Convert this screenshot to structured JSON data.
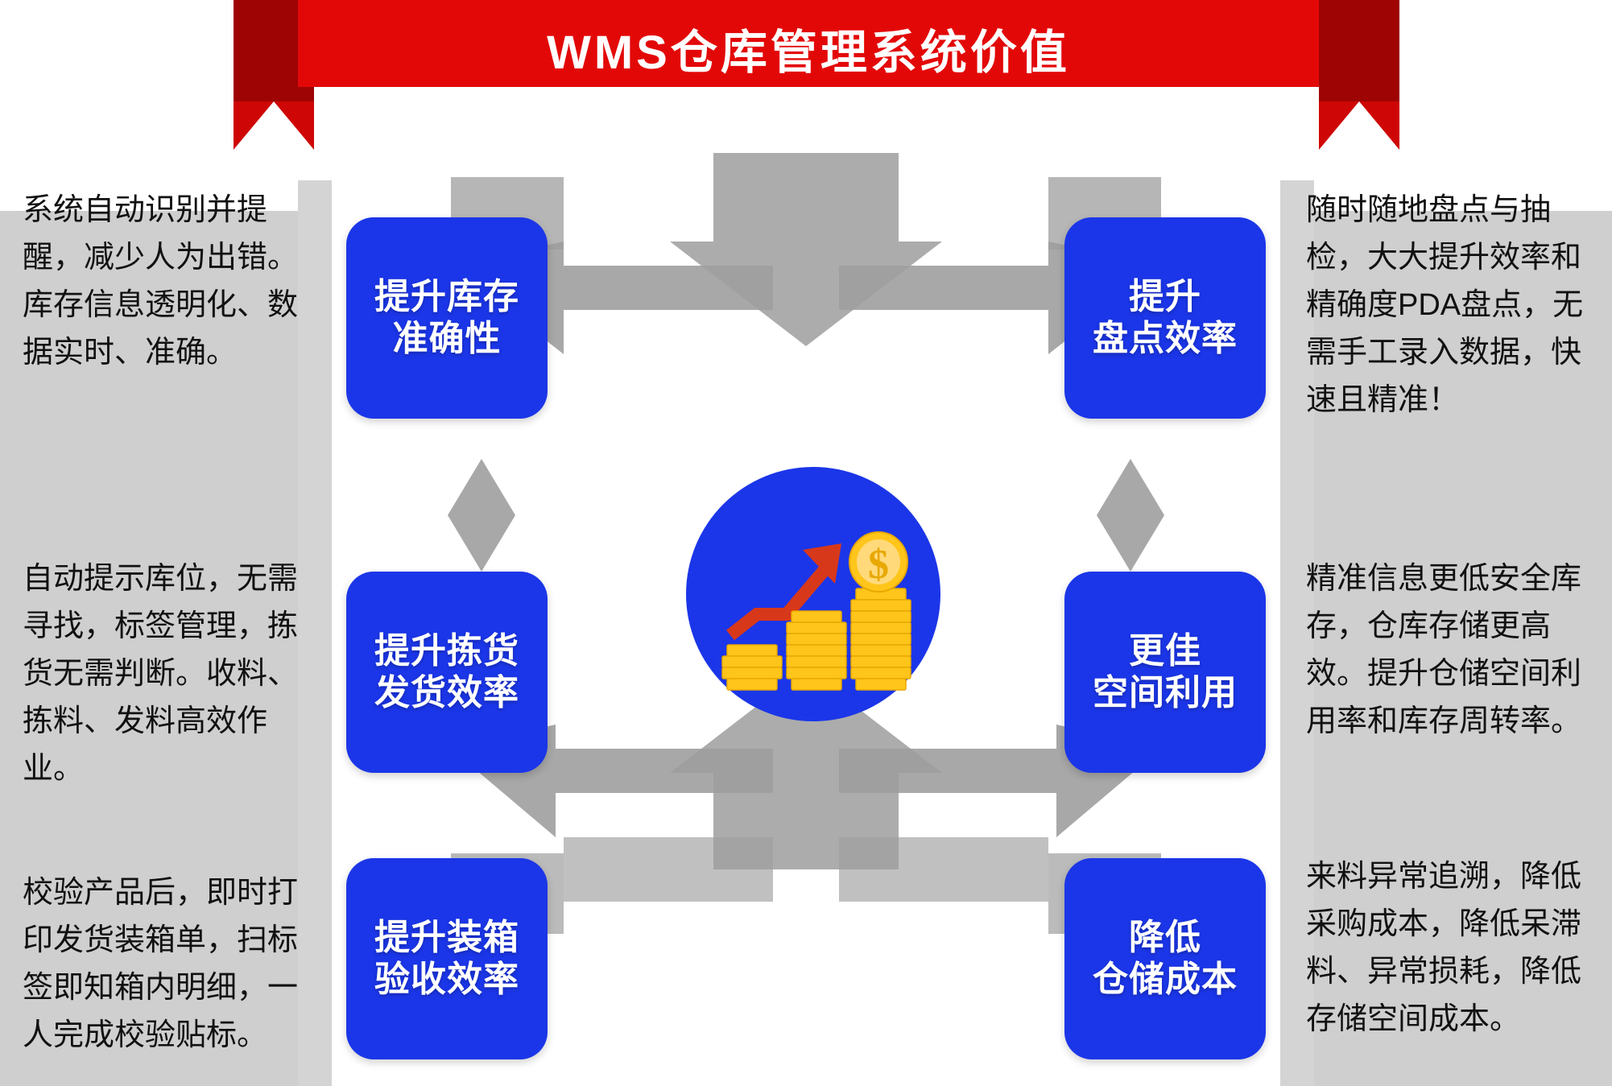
{
  "banner": {
    "title": "WMS仓库管理系统价值",
    "ribbon_color": "#e30808",
    "ribbon_fold_color": "#9e0404"
  },
  "theme": {
    "card_blue": "#1b36e8",
    "circle_blue": "#1b36e8",
    "panel_grey": "#cfcfcf",
    "chevron_grey": "#9e9e9e",
    "arrow_red": "#d8381a",
    "coin_gold": "#ffc51a",
    "coin_gold_light": "#ffd97a",
    "card_text": "#ffffff",
    "body_text": "#111111"
  },
  "center": {
    "icon_name": "coins-growth-icon",
    "currency_symbol": "$"
  },
  "cards": [
    {
      "id": "card-1",
      "label": "提升库存\n准确性"
    },
    {
      "id": "card-2",
      "label": "提升拣货\n发货效率"
    },
    {
      "id": "card-3",
      "label": "提升装箱\n验收效率"
    },
    {
      "id": "card-4",
      "label": "提升\n盘点效率"
    },
    {
      "id": "card-5",
      "label": "更佳\n空间利用"
    },
    {
      "id": "card-6",
      "label": "降低\n仓储成本"
    }
  ],
  "descriptions": [
    {
      "id": "desc-1",
      "side": "left",
      "text": "系统自动识别并提醒，减少人为出错。库存信息透明化、数据实时、准确。"
    },
    {
      "id": "desc-2",
      "side": "left",
      "text": "自动提示库位，无需寻找，标签管理，拣货无需判断。收料、拣料、发料高效作业。"
    },
    {
      "id": "desc-3",
      "side": "left",
      "text": "校验产品后，即时打印发货装箱单，扫标签即知箱内明细，一人完成校验贴标。"
    },
    {
      "id": "desc-4",
      "side": "right",
      "text": "随时随地盘点与抽检，大大提升效率和精确度PDA盘点，无需手工录入数据，快速且精准！"
    },
    {
      "id": "desc-5",
      "side": "right",
      "text": "精准信息更低安全库存，仓库存储更高效。提升仓储空间利用率和库存周转率。"
    },
    {
      "id": "desc-6",
      "side": "right",
      "text": "来料异常追溯，降低采购成本，降低呆滞料、异常损耗，降低存储空间成本。"
    }
  ]
}
